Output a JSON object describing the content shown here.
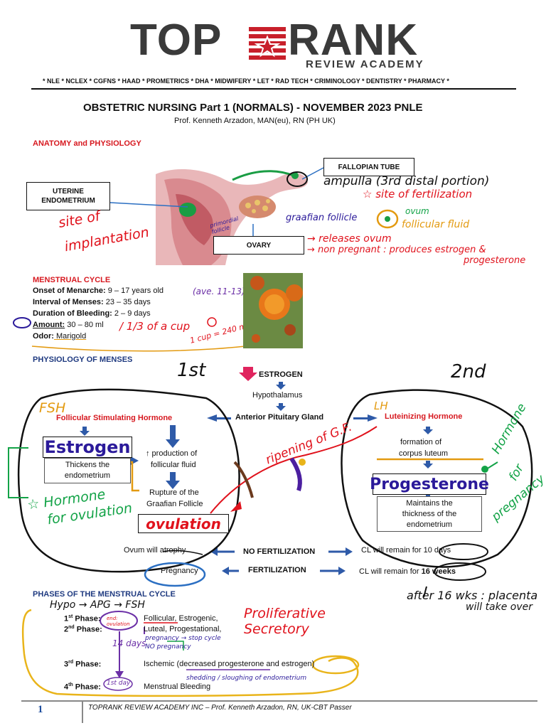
{
  "header": {
    "logo_left": "TOP",
    "logo_right": "RANK",
    "logo_sub": "REVIEW ACADEMY",
    "exams_line": "* NLE * NCLEX * CGFNS * HAAD * PROMETRICS * DHA * MIDWIFERY * LET * RAD TECH * CRIMINOLOGY * DENTISTRY * PHARMACY *"
  },
  "title": "OBSTETRIC NURSING Part 1 (NORMALS) - NOVEMBER 2023 PNLE",
  "author": "Prof. Kenneth Arzadon, MAN(eu), RN (PH UK)",
  "anatomy": {
    "heading": "ANATOMY and PHYSIOLOGY",
    "labels": {
      "fallopian_tube": "FALLOPIAN TUBE",
      "uterine_endometrium": "UTERINE ENDOMETRIUM",
      "ovary": "OVARY"
    },
    "notes": {
      "ampulla": "ampulla (3rd distal portion)",
      "fertilization": "☆ site of fertilization",
      "implantation_1": "site of",
      "implantation_2": "implantation",
      "graafian": "graafian follicle",
      "primordial": "primordial follicle",
      "ovum": "ovum",
      "follicular_fluid": "follicular fluid",
      "releases": "→ releases ovum",
      "non_pregnant": "→ non pregnant : produces estrogen &",
      "progesterone": "progesterone"
    }
  },
  "menstrual_cycle": {
    "heading": "MENSTRUAL CYCLE",
    "rows": [
      {
        "label": "Onset of Menarche:",
        "value": " 9 – 17 years old"
      },
      {
        "label": "Interval of Menses:",
        "value": " 23 – 35 days"
      },
      {
        "label": "Duration of Bleeding:",
        "value": " 2 – 9 days"
      },
      {
        "label": "Amount:",
        "value": " 30 – 80 ml"
      },
      {
        "label": "Odor:",
        "value": " Marigold"
      }
    ],
    "notes": {
      "ave": "(ave. 11-13)",
      "cup": "/ 1/3 of a cup",
      "one_cup": "1 cup = 240 ml"
    }
  },
  "physiology": {
    "heading": "PHYSIOLOGY OF MENSES",
    "estrogen": "ESTROGEN",
    "hypothalamus": "Hypothalamus",
    "anterior_pituitary": "Anterior Pituitary Gland",
    "fsh_full": "Follicular Stimulating Hormone",
    "lh_full": "Luteinizing Hormone",
    "estrogen_box": "Estrogen",
    "thickens_1": "Thickens the",
    "thickens_2": "endometrium",
    "production_1": "↑ production of",
    "production_2": "follicular fluid",
    "rupture_1": "Rupture of the",
    "rupture_2": "Graafian Follicle",
    "ovulation": "ovulation",
    "formation_1": "formation of",
    "formation_2": "corpus luteum",
    "progesterone_box": "Progesterone",
    "maintains_1": "Maintains the",
    "maintains_2": "thickness of the",
    "maintains_3": "endometrium",
    "ovum_atrophy": "Ovum will atrophy",
    "no_fertilization": "NO FERTILIZATION",
    "cl_10": "CL will remain for 10 days",
    "pregnancy": "Pregnancy",
    "fertilization": "FERTILIZATION",
    "cl_16_prefix": "CL will remain for ",
    "cl_16_bold": "16 weeks",
    "notes": {
      "first": "1st",
      "second": "2nd",
      "fsh": "FSH",
      "lh": "LH",
      "ripening": "ripening of G.F.",
      "hormone_ovulation_1": "☆ Hormone",
      "hormone_ovulation_2": "for ovulation",
      "hormone_pregnancy_1": "Hormone",
      "hormone_pregnancy_2": "for",
      "hormone_pregnancy_3": "pregnancy",
      "after_16_1": "after 16 wks : placenta",
      "after_16_2": "will take over"
    }
  },
  "phases": {
    "heading": "PHASES OF THE MENSTRUAL CYCLE",
    "items": [
      {
        "num": "1",
        "sup": "st",
        "label": " Phase:",
        "desc": "Follicular, Estrogenic,"
      },
      {
        "num": "2",
        "sup": "nd",
        "label": " Phase:",
        "desc": "Luteal, Progestational,"
      },
      {
        "num": "3",
        "sup": "rd",
        "label": " Phase:",
        "desc": "Ischemic (decreased progesterone and estrogen)"
      },
      {
        "num": "4",
        "sup": "th",
        "label": " Phase:",
        "desc": "Menstrual Bleeding"
      }
    ],
    "notes": {
      "hypo": "Hypo → APG → FSH",
      "proliferative": "Proliferative",
      "secretory": "Secretory",
      "end_ovulation": "end: ovulation",
      "fourteen": "14 days",
      "pregnancy_stop": "pregnancy → stop cycle",
      "no_pregnancy": "NO pregnancy",
      "shedding": "shedding / sloughing of endometrium",
      "first_day": "1st day"
    }
  },
  "footer": {
    "page": "1",
    "text": "TOPRANK REVIEW ACADEMY INC – Prof. Kenneth Arzadon, RN, UK-CBT Passer"
  }
}
